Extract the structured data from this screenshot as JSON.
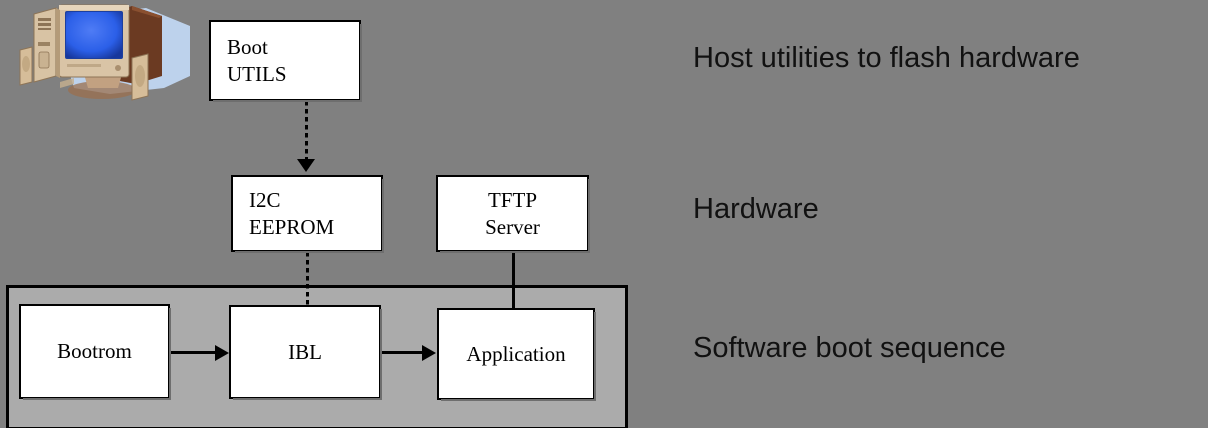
{
  "diagram": {
    "background_color": "#808080",
    "container_color": "#ababab",
    "nodes": {
      "boot_utils": {
        "line1": "Boot",
        "line2": "UTILS"
      },
      "i2c_eeprom": {
        "line1": "I2C",
        "line2": "EEPROM"
      },
      "tftp_server": {
        "line1": "TFTP",
        "line2": "Server"
      },
      "bootrom": {
        "line1": "Bootrom"
      },
      "ibl": {
        "line1": "IBL"
      },
      "application": {
        "line1": "Application"
      }
    },
    "annotations": {
      "row1": "Host utilities to flash hardware",
      "row2": "Hardware",
      "row3": "Software boot sequence"
    },
    "clipart": {
      "name": "desktop-computer",
      "screen_color": "#2b5fe8",
      "case_color": "#d8bfa0",
      "shadow_color": "#bcd0ea"
    }
  }
}
